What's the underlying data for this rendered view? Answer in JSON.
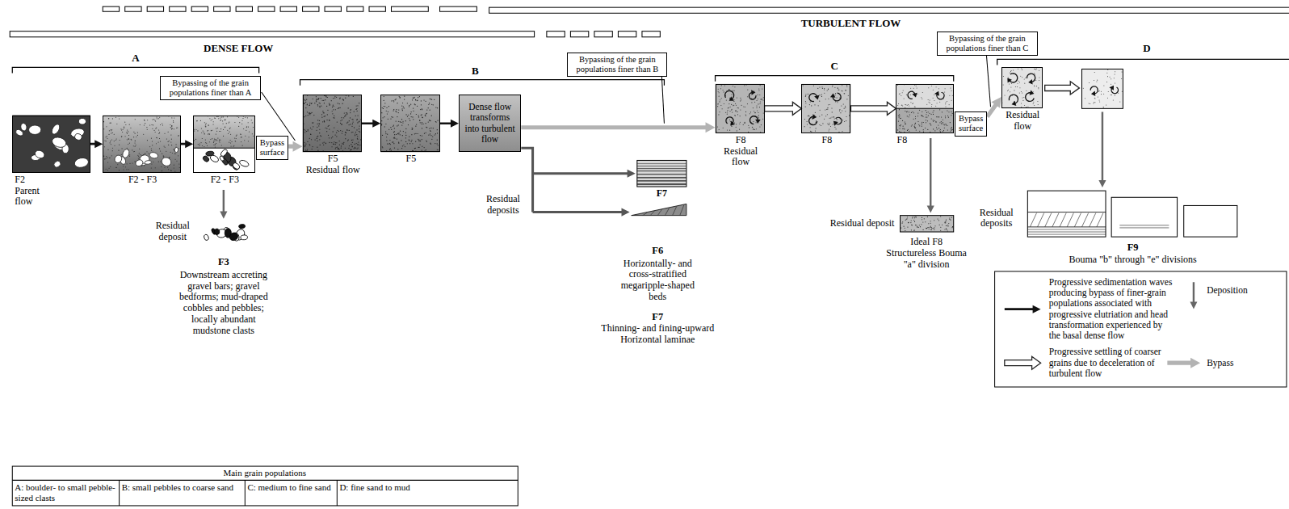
{
  "diagram": {
    "nodes": [
      {
        "text": [
          "F2",
          "Parent flow"
        ]
      },
      {
        "text": [
          "F2 - F3"
        ]
      },
      {
        "text": [
          "F2 - F3"
        ]
      },
      {
        "text": [
          "Bypassing of the grain populations finer than A"
        ]
      },
      {
        "text": [
          "Bypass surface"
        ]
      },
      {
        "text": [
          "F5",
          "Residual flow"
        ]
      },
      {
        "text": [
          "F5"
        ]
      },
      {
        "text": [
          "Dense flow transforms into turbulent flow"
        ]
      },
      {
        "text": [
          "Bypassing of the grain populations finer than B"
        ]
      },
      {
        "text": [
          "F8",
          "Residual flow"
        ]
      },
      {
        "text": [
          "F8"
        ]
      },
      {
        "text": [
          "F8"
        ]
      },
      {
        "text": [
          "Bypass surface"
        ]
      },
      {
        "text": [
          "Bypassing of the grain populations finer than C"
        ]
      },
      {
        "text": [
          "Residual flow"
        ]
      }
    ],
    "edges": [
      {
        "from": 0,
        "to": 1,
        "arrow": "to"
      },
      {
        "from": 1,
        "to": 2,
        "arrow": "to"
      },
      {
        "from": 4,
        "to": 5,
        "arrow": "to"
      },
      {
        "from": 5,
        "to": 6,
        "arrow": "to"
      },
      {
        "from": 6,
        "to": 7,
        "arrow": "to"
      },
      {
        "from": 7,
        "to": 9,
        "arrow": "to"
      },
      {
        "from": 9,
        "to": 10,
        "arrow": "to"
      },
      {
        "from": 10,
        "to": 11,
        "arrow": "to"
      },
      {
        "from": 12,
        "to": 14,
        "arrow": "to"
      }
    ],
    "labels": [
      "TURBULENT FLOW",
      "DENSE FLOW",
      "A",
      "B",
      "C",
      "D",
      "Residual deposit",
      "F3",
      "Downstream accreting gravel bars; gravel bedforms; mud-draped cobbles and pebbles; locally abundant mudstone clasts",
      "Residual deposits",
      "F7",
      "F6",
      "Horizontally- and cross-stratified megaripple-shaped beds",
      "F7",
      "Thinning- and fining-upward Horizontal laminae",
      "Residual deposit",
      "Ideal F8",
      "Structureless Bouma \"a\" division",
      "Residual deposits",
      "F9",
      "Bouma \"b\" through \"e\" divisions",
      "Main grain populations",
      "A: boulder- to small pebble-sized clasts",
      "B: small pebbles to coarse sand",
      "C: medium to fine sand",
      "D: fine sand to mud"
    ],
    "legend": [
      {
        "text": "Progressive sedimentation waves producing bypass of finer-grain populations associated with progressive elutriation and head transformation experienced by the basal dense flow"
      },
      {
        "text": "Progressive settling of coarser grains due to deceleration of turbulent flow"
      },
      {
        "text": "Deposition"
      },
      {
        "text": "Bypass"
      }
    ]
  }
}
